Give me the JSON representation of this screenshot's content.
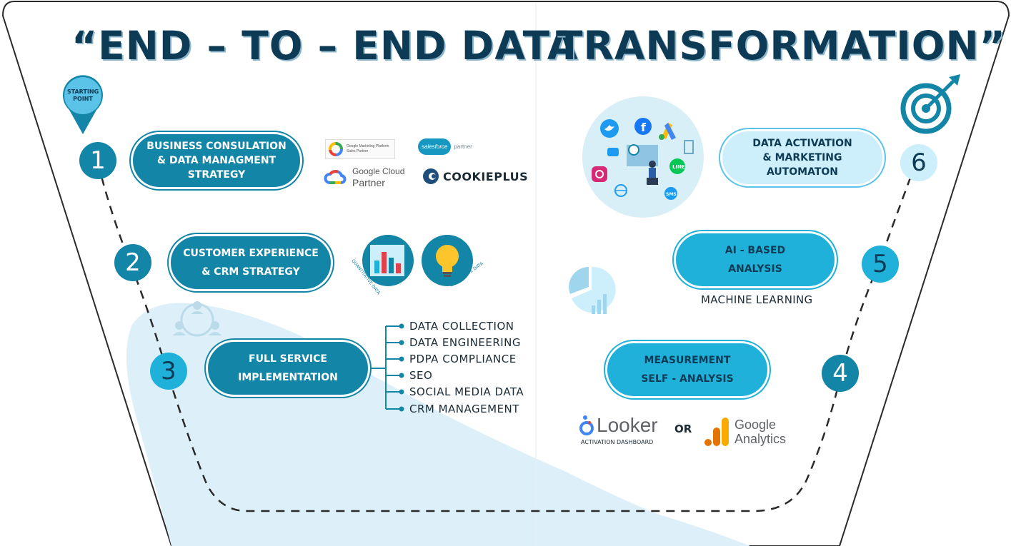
{
  "title": {
    "left": "“END – TO – END DATA",
    "right": "TRANSFORMATION”"
  },
  "start_pin": {
    "line1": "STARTING",
    "line2": "POINT"
  },
  "steps": [
    {
      "number": "1",
      "lines": [
        "BUSINESS CONSULATION",
        "& DATA MANAGMENT",
        "STRATEGY"
      ]
    },
    {
      "number": "2",
      "lines": [
        "CUSTOMER EXPERIENCE",
        "& CRM STRATEGY"
      ]
    },
    {
      "number": "3",
      "lines": [
        "FULL SERVICE",
        "IMPLEMENTATION"
      ]
    },
    {
      "number": "4",
      "lines": [
        "MEASUREMENT",
        "SELF - ANALYSIS"
      ]
    },
    {
      "number": "5",
      "lines": [
        "AI - BASED",
        "ANALYSIS"
      ]
    },
    {
      "number": "6",
      "lines": [
        "DATA ACTIVATION",
        "& MARKETING",
        "AUTOMATON"
      ]
    }
  ],
  "implementation_list": [
    "DATA COLLECTION",
    "DATA ENGINEERING",
    "PDPA COMPLIANCE",
    "SEO",
    "SOCIAL MEDIA DATA",
    "CRM MANAGEMENT"
  ],
  "partners": {
    "gmp_line1": "Google Marketing Platform",
    "gmp_line2": "Sales Partner",
    "salesforce": "salesforce",
    "salesforce_suffix": "partner",
    "gcloud_line1": "Google Cloud",
    "gcloud_line2": "Partner",
    "cookieplus": "COOKIEPLUS"
  },
  "data_badges": {
    "quantitative": "QUANTITATIVE DATA",
    "qualitative": "QUALITATIVE DATA"
  },
  "machine_learning": "MACHINE LEARNING",
  "measurement_tools": {
    "looker": "Looker",
    "looker_caption": "ACTIVATION DASHBOARD",
    "or": "OR",
    "ga_line1": "Google",
    "ga_line2": "Analytics"
  },
  "social_icons": [
    "twitter-icon",
    "facebook-icon",
    "google-ads-icon",
    "instagram-icon",
    "line-icon",
    "sms-icon",
    "globe-icon",
    "chat-icon",
    "building-icon"
  ],
  "colors": {
    "navy": "#0d3b55",
    "teal": "#1385a6",
    "sky": "#1fb1d9",
    "pale": "#cdeefb",
    "blob": "#ddf0fa"
  }
}
